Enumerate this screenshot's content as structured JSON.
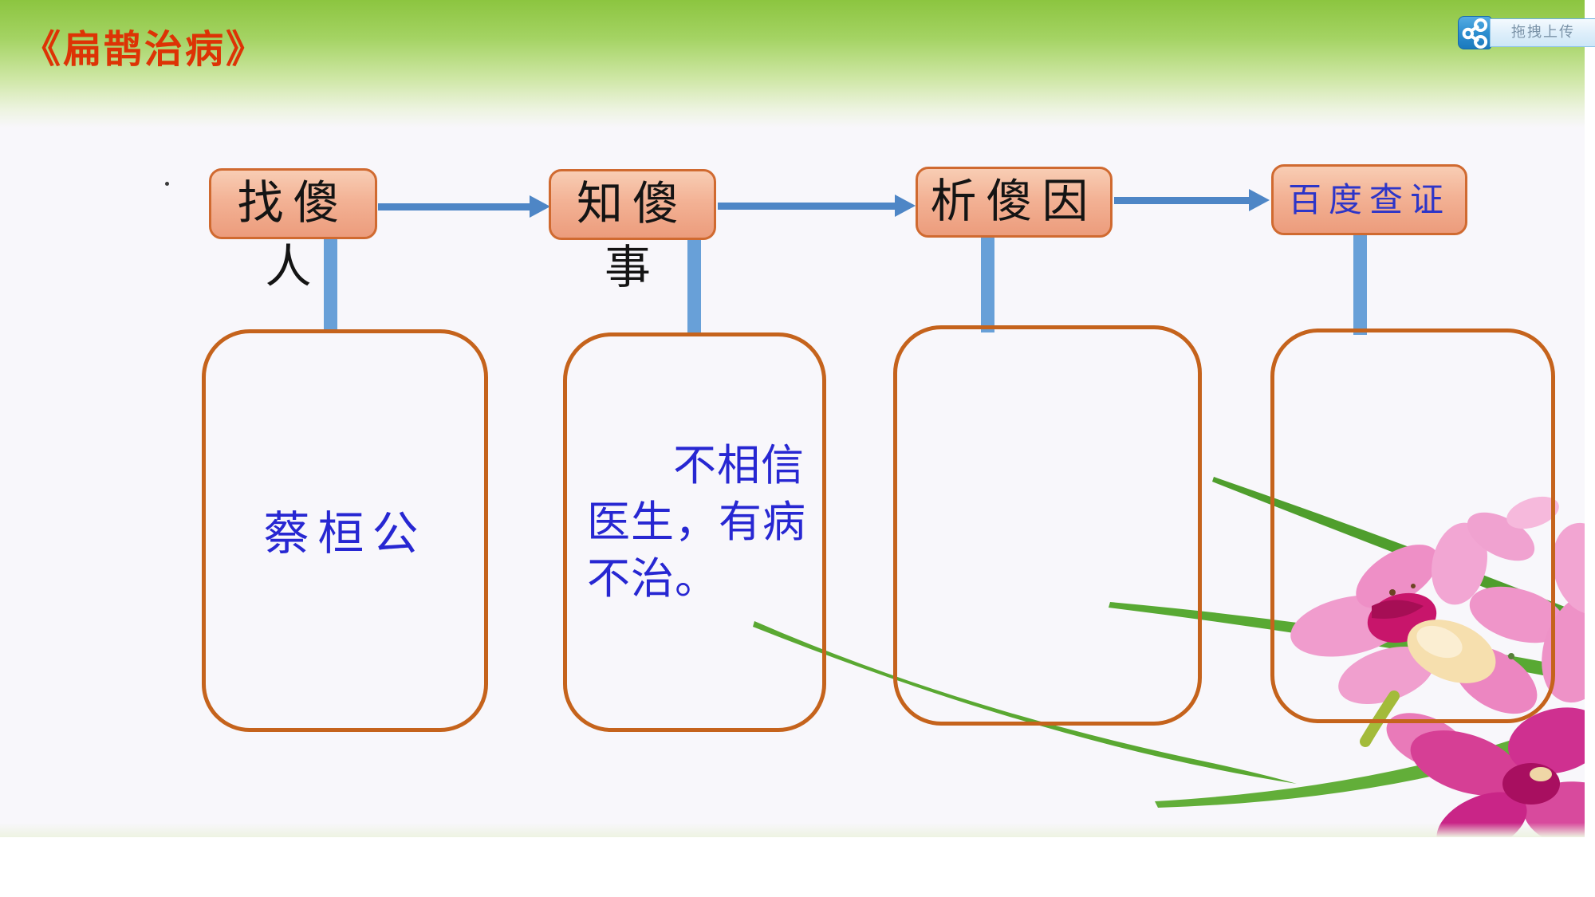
{
  "title": "《扁鹊治病》",
  "upload_button": {
    "label": "拖拽上传",
    "icon": "baidu-cloud-share-icon"
  },
  "steps": [
    {
      "label": "找傻人"
    },
    {
      "label": "知傻事"
    },
    {
      "label": "析傻因"
    },
    {
      "label": "百度查证"
    }
  ],
  "cards": [
    {
      "text": "蔡桓公"
    },
    {
      "text": "不相信医生，有病不治。"
    },
    {
      "text": ""
    },
    {
      "text": ""
    }
  ],
  "stray_mark": ".",
  "colors": {
    "header_green": "#8cc540",
    "slide_background": "#f8f7fb",
    "title_red": "#dd3305",
    "step_fill_top": "#f8cdb4",
    "step_fill_bottom": "#ec9c7c",
    "step_border": "#d06a30",
    "card_border": "#c5631c",
    "arrow_blue": "#4e86c6",
    "connector_blue": "#68a0d8",
    "text_blue": "#2727d2",
    "step_text_black": "#141414",
    "step4_text_blue": "#2d35c8",
    "button_blue": "#2e8fd0",
    "button_label_gray_blue": "#7b93a8"
  }
}
